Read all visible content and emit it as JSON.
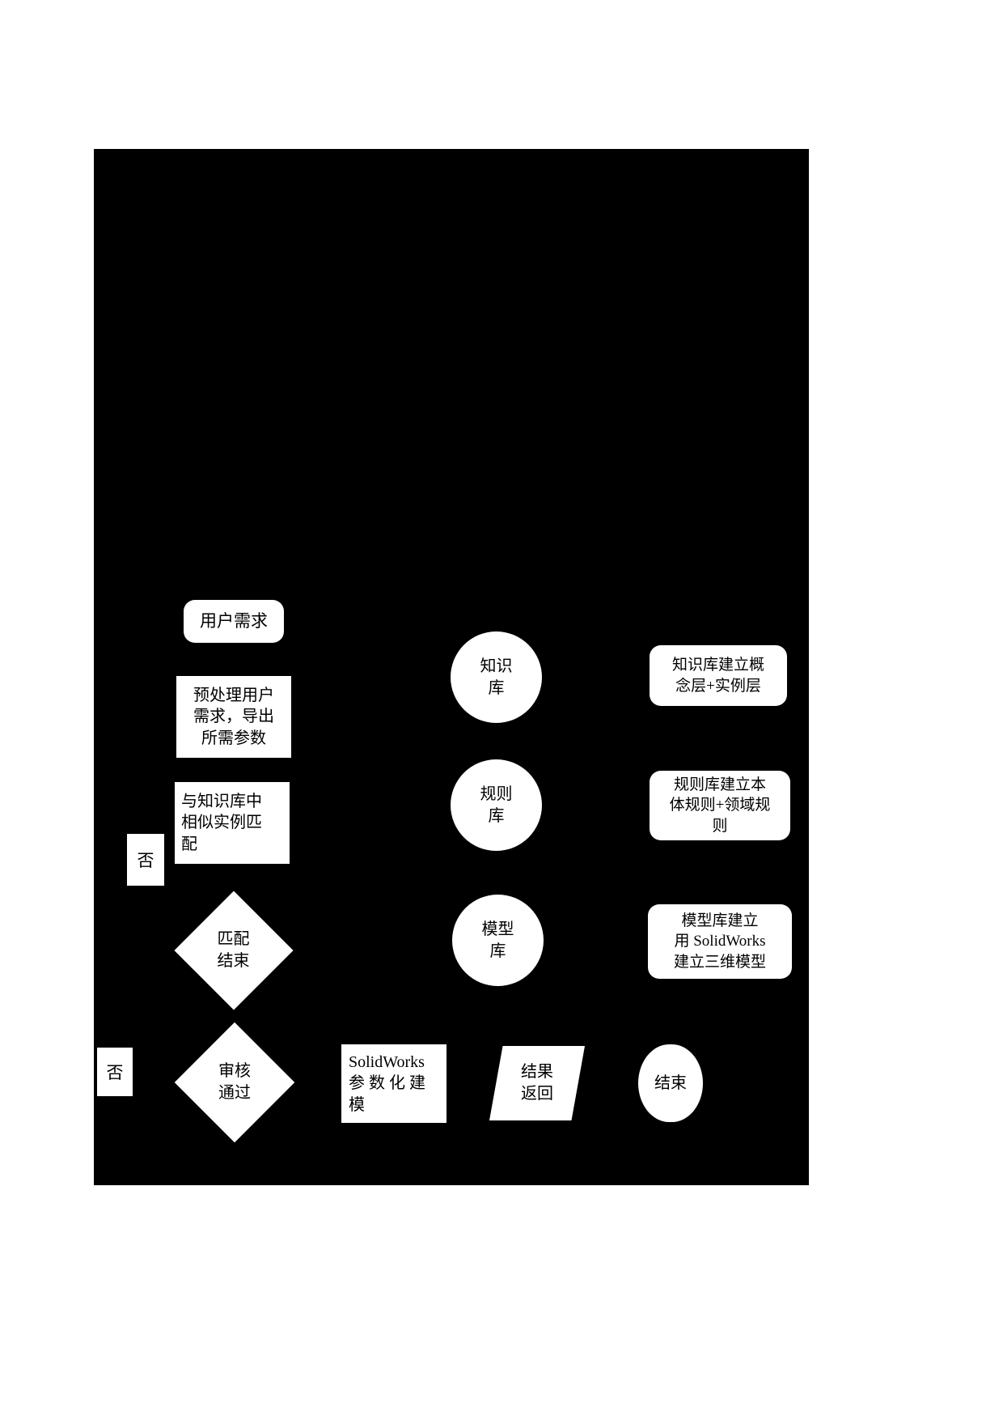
{
  "diagram": {
    "title_hidden": true,
    "background_color": "#000000",
    "shape_fill": "#ffffff",
    "text_color": "#000000",
    "type": "flowchart",
    "nodes": [
      {
        "id": "user-requirement",
        "shape": "rounded-rect",
        "label": "用户需求",
        "column": "left",
        "row": 1
      },
      {
        "id": "preprocess-requirement",
        "shape": "rect",
        "label": "预处理用户\n需求，导出\n所需参数",
        "column": "left",
        "row": 2
      },
      {
        "id": "match-similar-instance",
        "shape": "rect",
        "label": "与知识库中\n相似实例匹\n配",
        "column": "left",
        "row": 3
      },
      {
        "id": "match-finished",
        "shape": "diamond",
        "label": "匹配\n结束",
        "column": "left",
        "row": 4
      },
      {
        "id": "review-passed",
        "shape": "diamond",
        "label": "审核\n通过",
        "column": "left",
        "row": 5
      },
      {
        "id": "solidworks-parametric-modeling",
        "shape": "rect",
        "label": "SolidWorks\n参 数 化 建\n模",
        "column": "bottom",
        "row": 5
      },
      {
        "id": "result-return",
        "shape": "parallelogram",
        "label": "结果\n返回",
        "column": "bottom",
        "row": 5
      },
      {
        "id": "end",
        "shape": "capsule",
        "label": "结束",
        "column": "bottom",
        "row": 5
      },
      {
        "id": "knowledge-base",
        "shape": "ellipse",
        "label": "知识\n库",
        "column": "middle",
        "row": 1
      },
      {
        "id": "rule-base",
        "shape": "ellipse",
        "label": "规则\n库",
        "column": "middle",
        "row": 2
      },
      {
        "id": "model-base",
        "shape": "ellipse",
        "label": "模型\n库",
        "column": "middle",
        "row": 3
      },
      {
        "id": "knowledge-base-desc",
        "shape": "rounded-rect",
        "label": "知识库建立概\n念层+实例层",
        "column": "right",
        "row": 1
      },
      {
        "id": "rule-base-desc",
        "shape": "rounded-rect",
        "label": "规则库建立本\n体规则+领域规\n则",
        "column": "right",
        "row": 2
      },
      {
        "id": "model-base-desc",
        "shape": "rounded-rect",
        "label": "模型库建立\n用 SolidWorks\n建立三维模型",
        "column": "right",
        "row": 3
      }
    ],
    "edge_labels": [
      {
        "id": "no-label-match",
        "label": "否"
      },
      {
        "id": "no-label-review",
        "label": "否"
      }
    ]
  }
}
